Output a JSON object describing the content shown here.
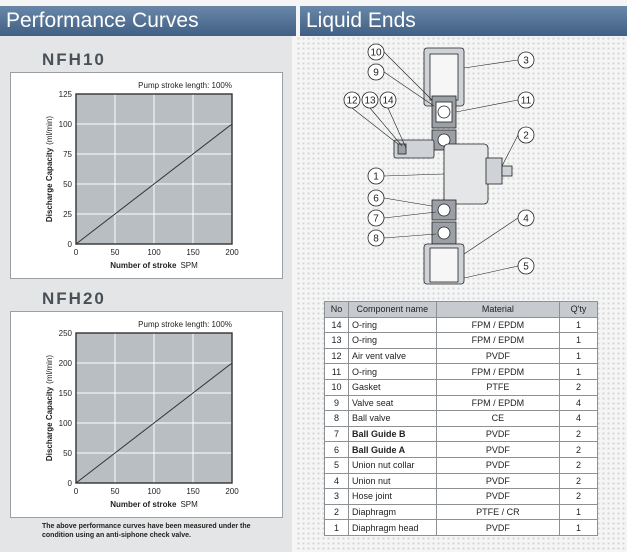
{
  "banners": {
    "left": "Performance Curves",
    "right": "Liquid Ends"
  },
  "colors": {
    "banner": "#4f6f93",
    "panel": "#e3e5e6",
    "plot": "#b9bec3"
  },
  "chart_data": [
    {
      "type": "line",
      "model": "NFH10",
      "title": "Pump stroke length: 100%",
      "xlabel": "Number of stroke",
      "xunit": "SPM",
      "ylabel": "Discharge Capacity",
      "yunit": "(ml/min)",
      "xlim": [
        0,
        200
      ],
      "ylim": [
        0,
        125
      ],
      "xticks": [
        0,
        50,
        100,
        150,
        200
      ],
      "yticks": [
        0,
        25,
        50,
        75,
        100,
        125
      ],
      "grid": true,
      "series": [
        {
          "x": [
            0,
            200
          ],
          "y": [
            0,
            100
          ]
        }
      ]
    },
    {
      "type": "line",
      "model": "NFH20",
      "title": "Pump stroke length: 100%",
      "xlabel": "Number of stroke",
      "xunit": "SPM",
      "ylabel": "Discharge Capacity",
      "yunit": "(ml/min)",
      "xlim": [
        0,
        200
      ],
      "ylim": [
        0,
        250
      ],
      "xticks": [
        0,
        50,
        100,
        150,
        200
      ],
      "yticks": [
        0,
        50,
        100,
        150,
        200,
        250
      ],
      "grid": true,
      "series": [
        {
          "x": [
            0,
            200
          ],
          "y": [
            0,
            200
          ]
        }
      ]
    }
  ],
  "note": "The above performance curves have been measured under the condition using an anti-siphone check valve.",
  "diagram": {
    "callouts": [
      "10",
      "9",
      "12",
      "13",
      "14",
      "3",
      "11",
      "2",
      "1",
      "6",
      "7",
      "8",
      "4",
      "5"
    ]
  },
  "table": {
    "headers": [
      "No",
      "Component name",
      "Material",
      "Q'ty"
    ],
    "rows": [
      {
        "no": "14",
        "name": "O-ring",
        "material": "FPM / EPDM",
        "qty": "1",
        "bold": false
      },
      {
        "no": "13",
        "name": "O-ring",
        "material": "FPM / EPDM",
        "qty": "1",
        "bold": false
      },
      {
        "no": "12",
        "name": "Air vent valve",
        "material": "PVDF",
        "qty": "1",
        "bold": false
      },
      {
        "no": "11",
        "name": "O-ring",
        "material": "FPM / EPDM",
        "qty": "1",
        "bold": false
      },
      {
        "no": "10",
        "name": "Gasket",
        "material": "PTFE",
        "qty": "2",
        "bold": false
      },
      {
        "no": "9",
        "name": "Valve seat",
        "material": "FPM / EPDM",
        "qty": "4",
        "bold": false
      },
      {
        "no": "8",
        "name": "Ball valve",
        "material": "CE",
        "qty": "4",
        "bold": false
      },
      {
        "no": "7",
        "name": "Ball Guide B",
        "material": "PVDF",
        "qty": "2",
        "bold": true
      },
      {
        "no": "6",
        "name": "Ball Guide A",
        "material": "PVDF",
        "qty": "2",
        "bold": true
      },
      {
        "no": "5",
        "name": "Union nut collar",
        "material": "PVDF",
        "qty": "2",
        "bold": false
      },
      {
        "no": "4",
        "name": "Union nut",
        "material": "PVDF",
        "qty": "2",
        "bold": false
      },
      {
        "no": "3",
        "name": "Hose joint",
        "material": "PVDF",
        "qty": "2",
        "bold": false
      },
      {
        "no": "2",
        "name": "Diaphragm",
        "material": "PTFE / CR",
        "qty": "1",
        "bold": false
      },
      {
        "no": "1",
        "name": "Diaphragm head",
        "material": "PVDF",
        "qty": "1",
        "bold": false
      }
    ]
  }
}
